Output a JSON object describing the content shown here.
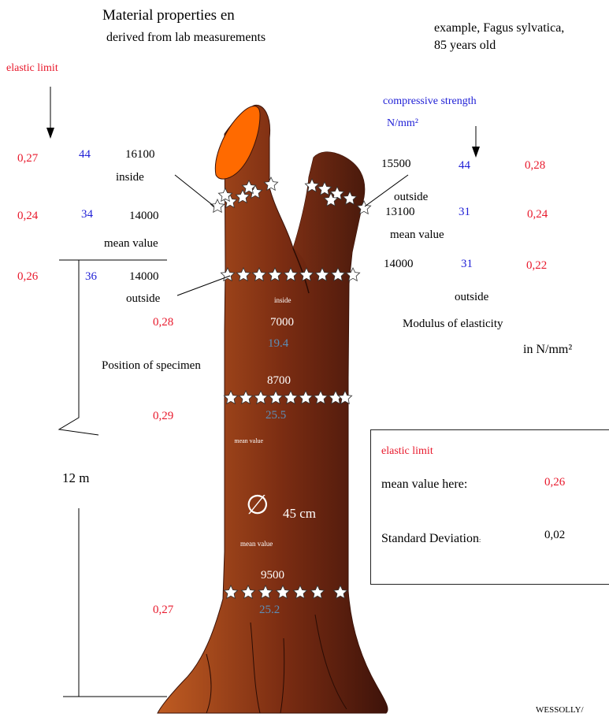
{
  "title": {
    "line1": "Material properties en",
    "line2": "derived from lab measurements"
  },
  "example": {
    "line1": "example, Fagus sylvatica,",
    "line2": "85 years old"
  },
  "labels": {
    "elastic_limit": "elastic limit",
    "compressive_strength": "compressive strength",
    "compressive_unit": "N/mm²",
    "position_of_specimen": "Position of specimen",
    "height": "12 m",
    "modulus": "Modulus of elasticity",
    "modulus_unit": "in N/mm²",
    "diameter_symbol": "∅",
    "diameter": "45 cm",
    "footer": "WESSOLLY/"
  },
  "left_rows": [
    {
      "elastic": "0,27",
      "strength": "44",
      "modulus": "16100",
      "label": "inside"
    },
    {
      "elastic": "0,24",
      "strength": "34",
      "modulus": "14000",
      "label": "mean value"
    },
    {
      "elastic": "0,26",
      "strength": "36",
      "modulus": "14000",
      "label": "outside"
    }
  ],
  "right_rows": [
    {
      "modulus": "15500",
      "strength": "44",
      "elastic": "0,28",
      "label": "outside"
    },
    {
      "modulus": "13100",
      "strength": "31",
      "elastic": "0,24",
      "label": "mean value"
    },
    {
      "modulus": "14000",
      "strength": "31",
      "elastic": "0,22",
      "label": "outside"
    }
  ],
  "trunk_rows": [
    {
      "elastic": "0,28",
      "small": "inside",
      "modulus": "7000",
      "strength": "19.4"
    },
    {
      "elastic": "0,29",
      "small": "mean value",
      "modulus": "8700",
      "strength": "25.5"
    },
    {
      "elastic": "0,27",
      "small": "mean value",
      "modulus": "9500",
      "strength": "25.2"
    }
  ],
  "stats_box": {
    "title": "elastic limit",
    "mean_label": "mean value here:",
    "mean_value": "0,26",
    "std_label": "Standard Deviation",
    "std_suffix": ":",
    "std_value": "0,02"
  },
  "colors": {
    "trunk_light": "#b2531c",
    "trunk_dark": "#4a1a0c",
    "cut_face": "#ff6600",
    "red": "#e8192c",
    "blue": "#1f1fd6",
    "steel": "#5c8fb8"
  },
  "icons": [
    "star-icon",
    "down-arrow-icon",
    "zigzag-break-icon"
  ]
}
